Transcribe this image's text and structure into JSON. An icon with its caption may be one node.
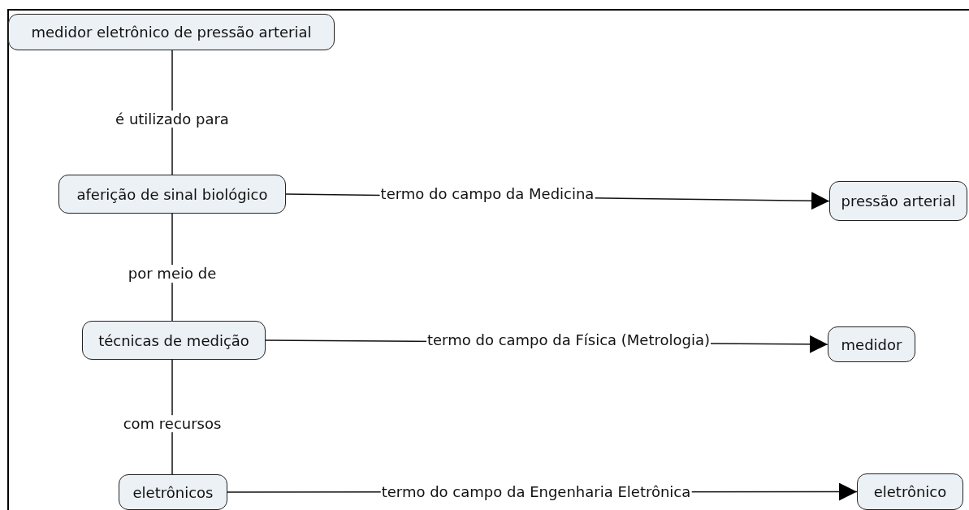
{
  "diagram": {
    "nodes": [
      {
        "text": [
          "medidor eletrônico de pressão arterial"
        ]
      },
      {
        "text": [
          "aferição de sinal biológico"
        ]
      },
      {
        "text": [
          "pressão arterial"
        ]
      },
      {
        "text": [
          "técnicas de medição"
        ]
      },
      {
        "text": [
          "medidor"
        ]
      },
      {
        "text": [
          "eletrônicos"
        ]
      },
      {
        "text": [
          "eletrônico"
        ]
      }
    ],
    "edges": [
      {
        "from": 0,
        "to": 1,
        "arrow": "none",
        "label": "é utilizado para"
      },
      {
        "from": 1,
        "to": 2,
        "arrow": "to",
        "label": "termo do campo da Medicina"
      },
      {
        "from": 1,
        "to": 3,
        "arrow": "none",
        "label": "por meio de"
      },
      {
        "from": 3,
        "to": 4,
        "arrow": "to",
        "label": "termo do campo da Física (Metrologia)"
      },
      {
        "from": 3,
        "to": 5,
        "arrow": "none",
        "label": "com recursos"
      },
      {
        "from": 5,
        "to": 6,
        "arrow": "to",
        "label": "termo do campo da Engenharia Eletrônica"
      }
    ]
  }
}
